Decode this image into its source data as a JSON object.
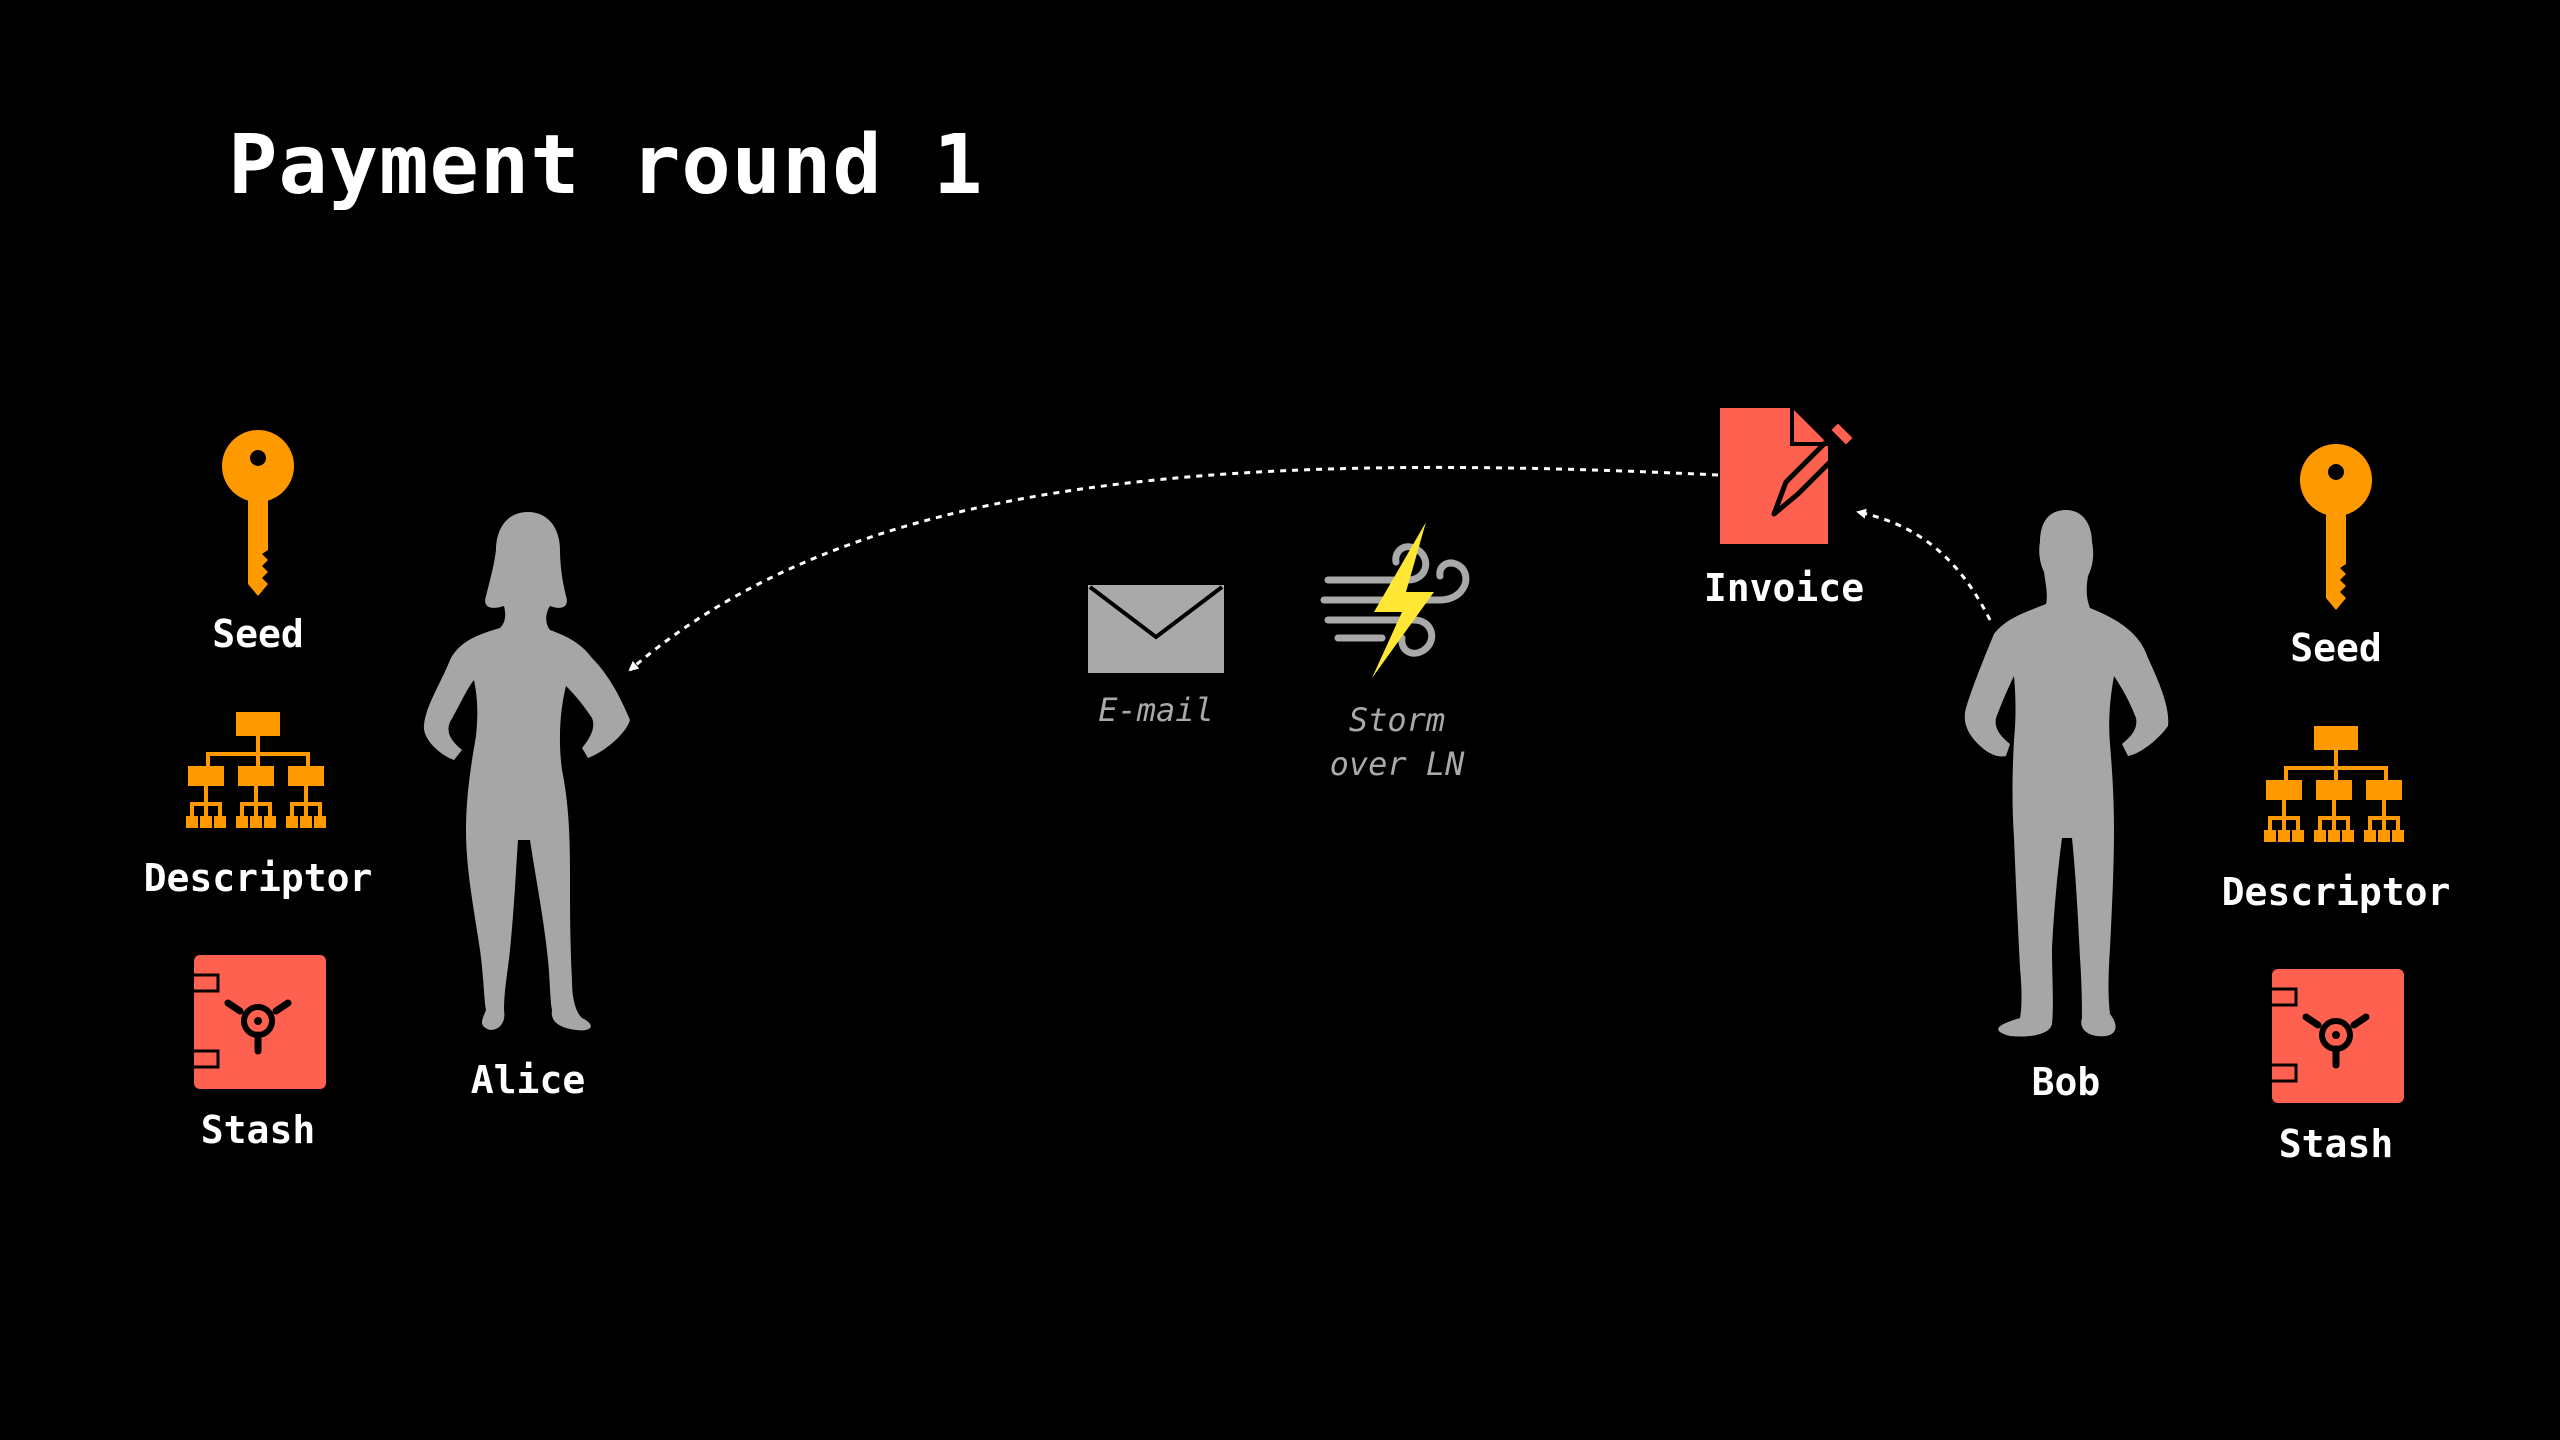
{
  "title": "Payment round 1",
  "colors": {
    "background": "#000000",
    "key_orange": "#FF9900",
    "stash_red": "#FF6150",
    "invoice_red": "#FF6150",
    "silhouette_gray": "#A6A6A6",
    "lightning_yellow": "#FFE733",
    "channel_gray": "#A9A9A9"
  },
  "alice": {
    "name": "Alice",
    "seed_label": "Seed",
    "descriptor_label": "Descriptor",
    "stash_label": "Stash",
    "icons": [
      "key-icon",
      "hierarchy-icon",
      "safe-icon"
    ]
  },
  "bob": {
    "name": "Bob",
    "seed_label": "Seed",
    "descriptor_label": "Descriptor",
    "stash_label": "Stash",
    "icons": [
      "key-icon",
      "hierarchy-icon",
      "safe-icon"
    ]
  },
  "invoice": {
    "label": "Invoice",
    "icon": "invoice-pen-icon"
  },
  "channels": {
    "email": {
      "label": "E-mail",
      "icon": "envelope-icon"
    },
    "storm": {
      "line1": "Storm",
      "line2": "over LN",
      "icon": "storm-lightning-icon"
    }
  },
  "arrows": [
    {
      "from": "bob",
      "to": "invoice",
      "style": "dotted"
    },
    {
      "from": "invoice",
      "to": "alice",
      "style": "dotted"
    }
  ]
}
